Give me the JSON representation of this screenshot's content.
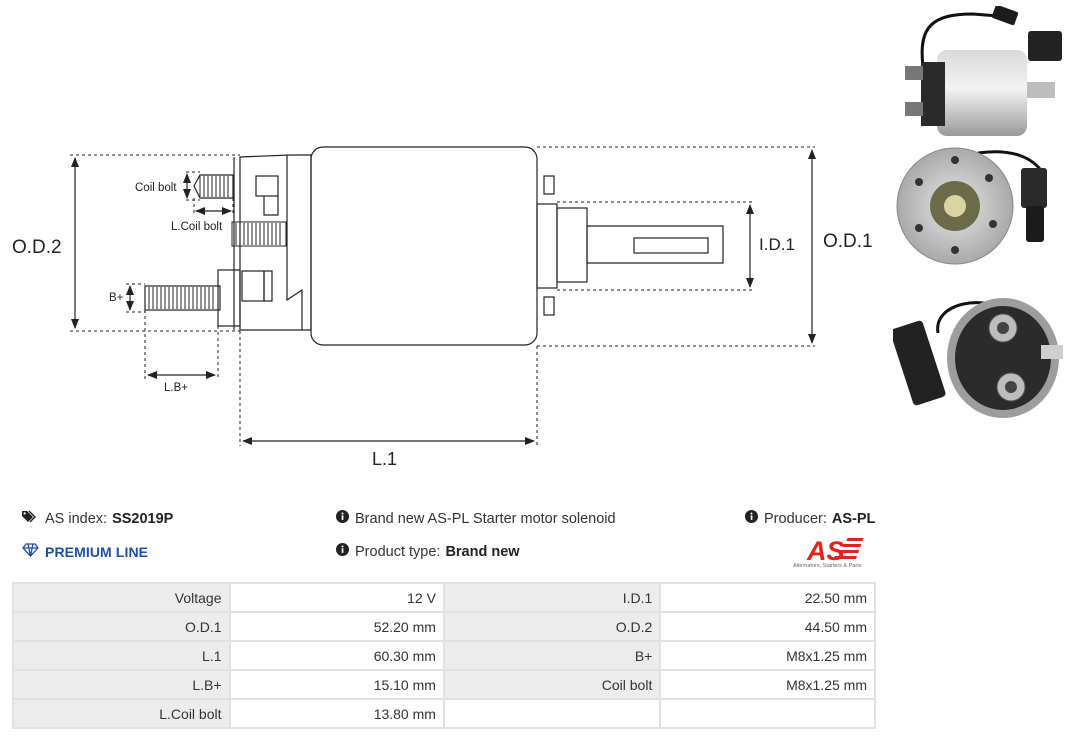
{
  "drawing": {
    "labels": {
      "od2": "O.D.2",
      "od1": "O.D.1",
      "id1": "I.D.1",
      "l1": "L.1",
      "coil_bolt": "Coil bolt",
      "l_coil_bolt": "L.Coil bolt",
      "b_plus": "B+",
      "l_b_plus": "L.B+"
    }
  },
  "info": {
    "as_index_label": "AS index:",
    "as_index_value": "SS2019P",
    "premium": "PREMIUM LINE",
    "description": "Brand new AS-PL Starter motor solenoid",
    "product_type_label": "Product type:",
    "product_type_value": "Brand new",
    "producer_label": "Producer:",
    "producer_value": "AS-PL",
    "logo_text": "AS",
    "logo_subtitle": "Alternators, Starters & Parts"
  },
  "specs": {
    "rows": [
      {
        "l1": "Voltage",
        "v1": "12 V",
        "l2": "I.D.1",
        "v2": "22.50 mm"
      },
      {
        "l1": "O.D.1",
        "v1": "52.20 mm",
        "l2": "O.D.2",
        "v2": "44.50 mm"
      },
      {
        "l1": "L.1",
        "v1": "60.30 mm",
        "l2": "B+",
        "v2": "M8x1.25 mm"
      },
      {
        "l1": "L.B+",
        "v1": "15.10 mm",
        "l2": "Coil bolt",
        "v2": "M8x1.25 mm"
      },
      {
        "l1": "L.Coil bolt",
        "v1": "13.80 mm",
        "l2": "",
        "v2": ""
      }
    ]
  },
  "colors": {
    "accent": "#1f4fa3",
    "logo_red": "#e2231a",
    "table_label_bg": "#ececec"
  }
}
